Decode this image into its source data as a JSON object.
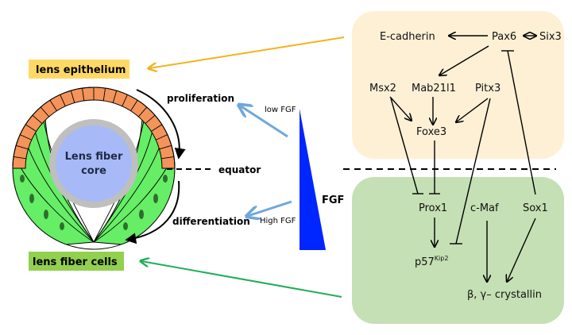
{
  "colors": {
    "epithelium_box": "#ffd966",
    "fiber_box": "#92d050",
    "epithelium_region": "#fdf0d5",
    "fiber_region": "#c5e0b4",
    "epithelial_cells": "#f4945a",
    "fiber_cells": "#66ee66",
    "fiber_nuclei": "#2f6e2f",
    "core_fill": "#a7b9f7",
    "core_ring": "#bfbfbf",
    "fgf_wedge": "#0026ff",
    "fgf_arrow": "#6fa8dc",
    "epithelium_arrow": "#f2b31c",
    "fiber_arrow": "#1fae5a"
  },
  "left": {
    "epithelium_label": "lens epithelium",
    "fiber_cells_label": "lens fiber cells",
    "core_label_line1": "Lens fiber",
    "core_label_line2": "core",
    "proliferation": "proliferation",
    "equator": "equator",
    "differentiation": "differentiation"
  },
  "fgf": {
    "label": "FGF",
    "low": "low FGF",
    "high": "High FGF"
  },
  "network": {
    "nodes": {
      "ecadherin": "E-cadherin",
      "pax6": "Pax6",
      "six3": "Six3",
      "msx2": "Msx2",
      "mab21l1": "Mab21l1",
      "pitx3": "Pitx3",
      "foxe3": "Foxe3",
      "prox1": "Prox1",
      "cmaf": "c-Maf",
      "sox1": "Sox1",
      "p57": "p57",
      "p57_sup": "Kip2",
      "crystallin": "β, γ– crystallin"
    },
    "edges": [
      {
        "from": "Pax6",
        "to": "E-cadherin",
        "type": "activation"
      },
      {
        "from": "Pax6",
        "to": "Six3",
        "type": "bidirectional"
      },
      {
        "from": "Pax6",
        "to": "Mab21l1",
        "type": "activation"
      },
      {
        "from": "Msx2",
        "to": "Foxe3",
        "type": "activation"
      },
      {
        "from": "Mab21l1",
        "to": "Foxe3",
        "type": "activation"
      },
      {
        "from": "Pitx3",
        "to": "Foxe3",
        "type": "activation"
      },
      {
        "from": "Msx2",
        "to": "Prox1",
        "type": "inhibition"
      },
      {
        "from": "Foxe3",
        "to": "Prox1",
        "type": "inhibition"
      },
      {
        "from": "Pitx3",
        "to": "p57Kip2",
        "type": "inhibition"
      },
      {
        "from": "Sox1",
        "to": "Pax6",
        "type": "inhibition"
      },
      {
        "from": "Prox1",
        "to": "p57Kip2",
        "type": "activation"
      },
      {
        "from": "c-Maf",
        "to": "β, γ– crystallin",
        "type": "activation"
      },
      {
        "from": "Sox1",
        "to": "β, γ– crystallin",
        "type": "activation"
      }
    ]
  }
}
